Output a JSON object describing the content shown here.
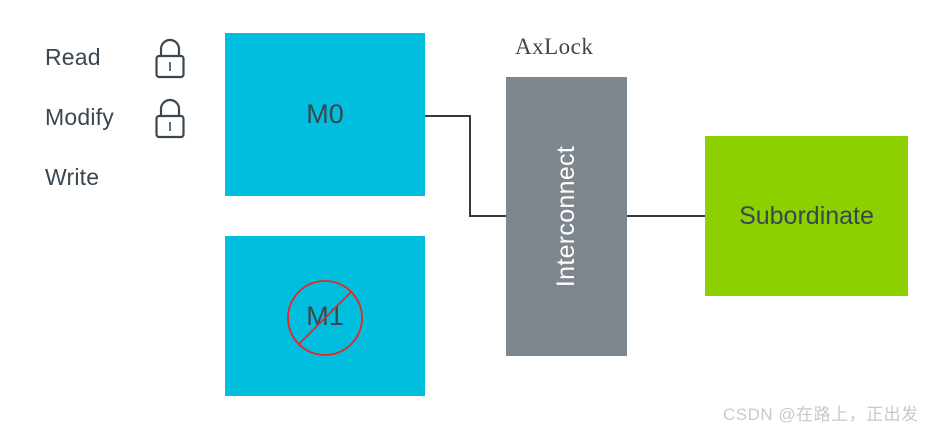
{
  "diagram": {
    "title_caption": "AxLock",
    "legend": {
      "items": [
        {
          "label": "Read",
          "icon": "lock-icon",
          "locked": true
        },
        {
          "label": "Modify",
          "icon": "lock-icon",
          "locked": true
        },
        {
          "label": "Write",
          "icon": "none",
          "locked": false
        }
      ]
    },
    "blocks": [
      {
        "id": "m0",
        "label": "M0",
        "color": "#00bfde",
        "text_color": "#3a4750"
      },
      {
        "id": "m1",
        "label": "M1",
        "color": "#00bfde",
        "text_color": "#3a4750",
        "overlay": "no-entry-icon",
        "overlay_color": "#ee2222"
      },
      {
        "id": "interconnect",
        "label": "Interconnect",
        "color": "#7e868e",
        "text_color": "#ffffff",
        "orientation": "vertical"
      },
      {
        "id": "subordinate",
        "label": "Subordinate",
        "color": "#8cd000",
        "text_color": "#3a4750"
      }
    ],
    "connector_color": "#2f3b44",
    "watermark": "CSDN @在路上，正出发"
  }
}
